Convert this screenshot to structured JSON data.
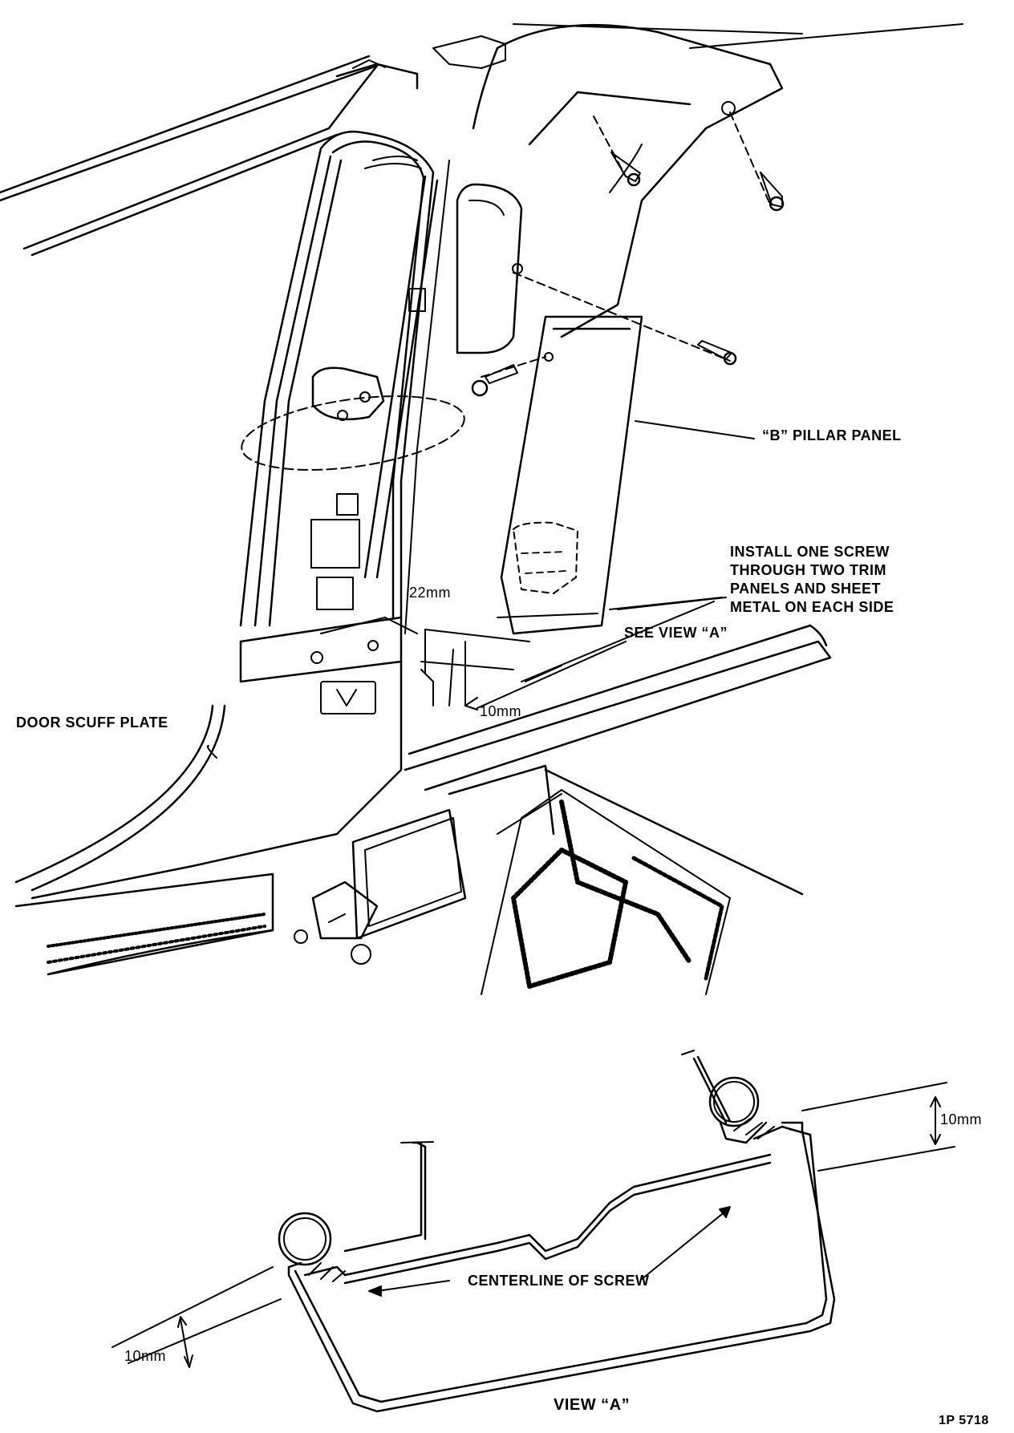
{
  "labels": {
    "b_pillar_panel": "“B” PILLAR PANEL",
    "install_note": "INSTALL ONE SCREW\nTHROUGH TWO TRIM\nPANELS AND SHEET\nMETAL ON EACH SIDE",
    "see_view_a": "SEE VIEW “A”",
    "dim_22mm": "22mm",
    "dim_10mm_upper": "10mm",
    "door_scuff_plate": "DOOR SCUFF PLATE",
    "dim_10mm_right": "10mm",
    "centerline_of_screw": "CENTERLINE OF SCREW",
    "dim_10mm_left": "10mm",
    "view_a": "VIEW “A”",
    "figure_code": "1P 5718"
  }
}
